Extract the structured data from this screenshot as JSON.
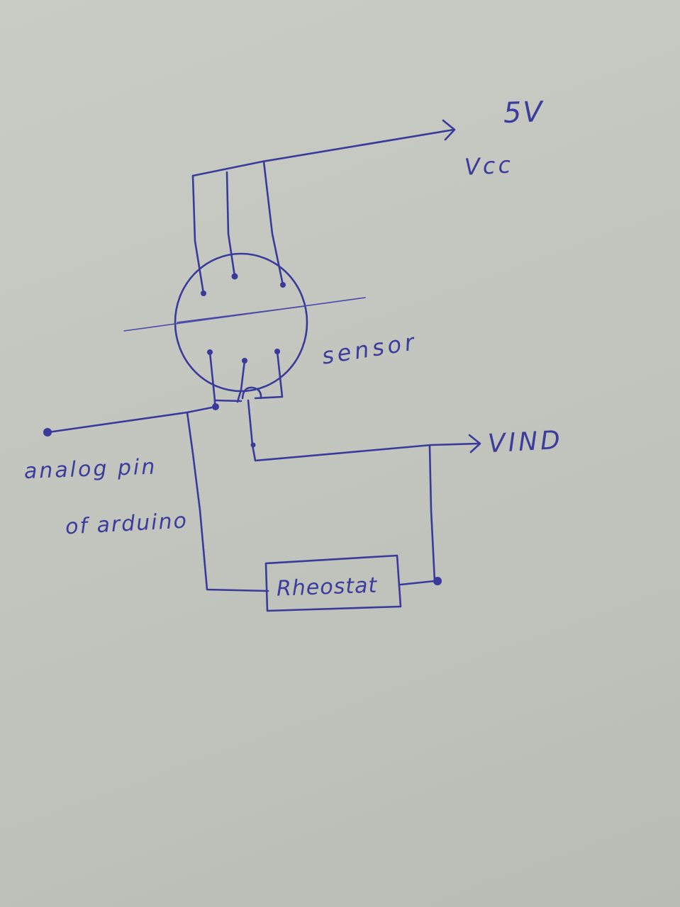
{
  "labels": {
    "supply_voltage": "5V",
    "supply_name": "Vcc",
    "sensor": "sensor",
    "output": "VIND",
    "analog_line1": "analog pin",
    "analog_line2": "of arduino",
    "resistor": "Rheostat"
  },
  "colors": {
    "ink": "#3a3a9a",
    "paper": "#c4c6c0"
  }
}
